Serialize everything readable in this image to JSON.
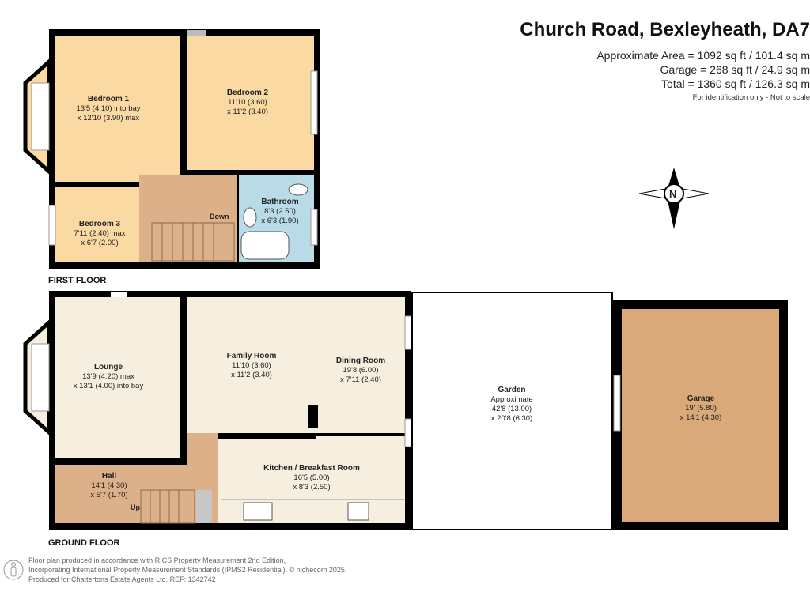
{
  "header": {
    "title": "Church Road, Bexleyheath, DA7",
    "area_lines": [
      "Approximate Area = 1092 sq ft / 101.4 sq m",
      "Garage = 268 sq ft / 24.9 sq m",
      "Total = 1360 sq ft / 126.3 sq m"
    ],
    "note": "For identification only - Not to scale"
  },
  "compass": {
    "label": "N"
  },
  "first_floor": {
    "label": "FIRST FLOOR",
    "rooms": [
      {
        "name": "Bedroom 1",
        "dims": [
          "13'5 (4.10) into bay",
          "x 12'10 (3.90) max"
        ]
      },
      {
        "name": "Bedroom 2",
        "dims": [
          "11'10 (3.60)",
          "x 11'2 (3.40)"
        ]
      },
      {
        "name": "Bedroom 3",
        "dims": [
          "7'11 (2.40) max",
          "x 6'7 (2.00)"
        ]
      },
      {
        "name": "Bathroom",
        "dims": [
          "8'3 (2.50)",
          "x 6'3 (1.90)"
        ]
      }
    ],
    "stairs_label": "Down"
  },
  "ground_floor": {
    "label": "GROUND FLOOR",
    "rooms": [
      {
        "name": "Lounge",
        "dims": [
          "13'9 (4.20) max",
          "x 13'1 (4.00) into bay"
        ]
      },
      {
        "name": "Family Room",
        "dims": [
          "11'10 (3.60)",
          "x 11'2 (3.40)"
        ]
      },
      {
        "name": "Dining Room",
        "dims": [
          "19'8 (6.00)",
          "x 7'11 (2.40)"
        ]
      },
      {
        "name": "Kitchen / Breakfast Room",
        "dims": [
          "16'5 (5.00)",
          "x 8'3 (2.50)"
        ]
      },
      {
        "name": "Hall",
        "dims": [
          "14'1 (4.30)",
          "x 5'7 (1.70)"
        ]
      },
      {
        "name": "Garden",
        "dims": [
          "Approximate",
          "42'8 (13.00)",
          "x 20'8 (6.30)"
        ]
      },
      {
        "name": "Garage",
        "dims": [
          "19' (5.80)",
          "x 14'1 (4.30)"
        ]
      }
    ],
    "stairs_label": "Up"
  },
  "footer": {
    "lines": [
      "Floor plan produced in accordance with RICS Property Measurement 2nd Edition,",
      "Incorporating International Property Measurement Standards (IPMS2 Residential).   © nichecom 2025.",
      "Produced for Chattertons Estate Agents Ltd.   REF: 1342742"
    ]
  },
  "colors": {
    "bedroom": "#fbd9a2",
    "landing": "#dcb189",
    "bathroom": "#b9dbe8",
    "ground": "#f6efdf",
    "garage": "#d9a979",
    "wall": "#000000"
  }
}
